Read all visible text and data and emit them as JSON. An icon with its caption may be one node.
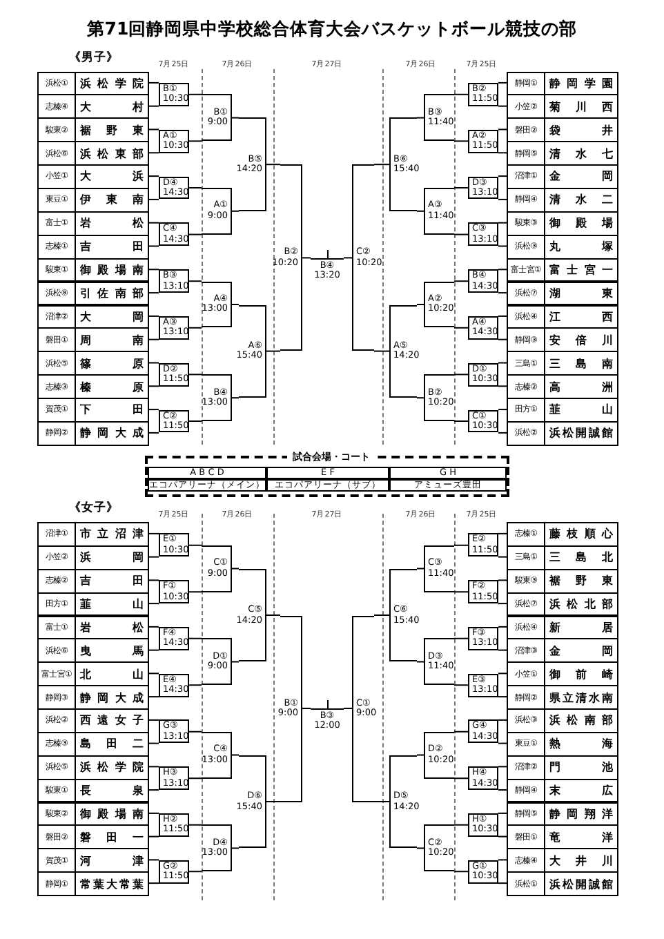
{
  "diagram": {
    "title": "第71回静岡県中学校総合体育大会バスケットボール競技の部",
    "nodes": [
      {
        "text": [
          "浜松①",
          "浜松学院"
        ]
      },
      {
        "text": [
          "志榛④",
          "大村"
        ]
      },
      {
        "text": [
          "駿東②",
          "裾野東"
        ]
      },
      {
        "text": [
          "浜松⑥",
          "浜松東部"
        ]
      },
      {
        "text": [
          "小笠①",
          "大浜"
        ]
      },
      {
        "text": [
          "東豆①",
          "伊東南"
        ]
      },
      {
        "text": [
          "富士①",
          "岩松"
        ]
      },
      {
        "text": [
          "志榛①",
          "吉田"
        ]
      },
      {
        "text": [
          "駿東①",
          "御殿場南"
        ]
      },
      {
        "text": [
          "浜松⑧",
          "引佐南部"
        ]
      },
      {
        "text": [
          "沼津②",
          "大岡"
        ]
      },
      {
        "text": [
          "磐田①",
          "周南"
        ]
      },
      {
        "text": [
          "浜松⑤",
          "篠原"
        ]
      },
      {
        "text": [
          "志榛③",
          "榛原"
        ]
      },
      {
        "text": [
          "賀茂①",
          "下田"
        ]
      },
      {
        "text": [
          "静岡②",
          "静岡大成"
        ]
      },
      {
        "text": [
          "B①",
          "10:30"
        ]
      },
      {
        "text": [
          "A①",
          "10:30"
        ]
      },
      {
        "text": [
          "D④",
          "14:30"
        ]
      },
      {
        "text": [
          "C④",
          "14:30"
        ]
      },
      {
        "text": [
          "B③",
          "13:10"
        ]
      },
      {
        "text": [
          "A③",
          "13:10"
        ]
      },
      {
        "text": [
          "D②",
          "11:50"
        ]
      },
      {
        "text": [
          "C②",
          "11:50"
        ]
      },
      {
        "text": [
          "B①",
          "9:00"
        ]
      },
      {
        "text": [
          "A①",
          "9:00"
        ]
      },
      {
        "text": [
          "A④",
          "13:00"
        ]
      },
      {
        "text": [
          "B④",
          "13:00"
        ]
      },
      {
        "text": [
          "B⑤",
          "14:20"
        ]
      },
      {
        "text": [
          "A⑥",
          "15:40"
        ]
      },
      {
        "text": [
          "B②",
          "10:20"
        ]
      },
      {
        "text": [
          "B④",
          "13:20"
        ]
      },
      {
        "text": [
          "C②",
          "10:20"
        ]
      },
      {
        "text": [
          "B⑥",
          "15:40"
        ]
      },
      {
        "text": [
          "A⑤",
          "14:20"
        ]
      },
      {
        "text": [
          "B③",
          "11:40"
        ]
      },
      {
        "text": [
          "A③",
          "11:40"
        ]
      },
      {
        "text": [
          "A②",
          "10:20"
        ]
      },
      {
        "text": [
          "B②",
          "10:20"
        ]
      },
      {
        "text": [
          "B②",
          "11:50"
        ]
      },
      {
        "text": [
          "A②",
          "11:50"
        ]
      },
      {
        "text": [
          "D③",
          "13:10"
        ]
      },
      {
        "text": [
          "C③",
          "13:10"
        ]
      },
      {
        "text": [
          "B④",
          "14:30"
        ]
      },
      {
        "text": [
          "A④",
          "14:30"
        ]
      },
      {
        "text": [
          "D①",
          "10:30"
        ]
      },
      {
        "text": [
          "C①",
          "10:30"
        ]
      },
      {
        "text": [
          "静岡①",
          "静岡学園"
        ]
      },
      {
        "text": [
          "小笠②",
          "菊川西"
        ]
      },
      {
        "text": [
          "磐田②",
          "袋井"
        ]
      },
      {
        "text": [
          "静岡⑤",
          "清水七"
        ]
      },
      {
        "text": [
          "沼津①",
          "金岡"
        ]
      },
      {
        "text": [
          "静岡④",
          "清水二"
        ]
      },
      {
        "text": [
          "駿東③",
          "御殿場"
        ]
      },
      {
        "text": [
          "浜松③",
          "丸塚"
        ]
      },
      {
        "text": [
          "富士宮①",
          "富士宮一"
        ]
      },
      {
        "text": [
          "浜松⑦",
          "湖東"
        ]
      },
      {
        "text": [
          "浜松④",
          "江西"
        ]
      },
      {
        "text": [
          "静岡③",
          "安倍川"
        ]
      },
      {
        "text": [
          "三島①",
          "三島南"
        ]
      },
      {
        "text": [
          "志榛②",
          "高洲"
        ]
      },
      {
        "text": [
          "田方①",
          "韮山"
        ]
      },
      {
        "text": [
          "浜松②",
          "浜松開誠館"
        ]
      },
      {
        "text": [
          "沼津①",
          "市立沼津"
        ]
      },
      {
        "text": [
          "小笠②",
          "浜岡"
        ]
      },
      {
        "text": [
          "志榛②",
          "吉田"
        ]
      },
      {
        "text": [
          "田方①",
          "韮山"
        ]
      },
      {
        "text": [
          "富士①",
          "岩松"
        ]
      },
      {
        "text": [
          "浜松⑥",
          "曳馬"
        ]
      },
      {
        "text": [
          "富士宮①",
          "北山"
        ]
      },
      {
        "text": [
          "静岡③",
          "静岡大成"
        ]
      },
      {
        "text": [
          "浜松②",
          "西遠女子"
        ]
      },
      {
        "text": [
          "志榛③",
          "島田二"
        ]
      },
      {
        "text": [
          "浜松⑤",
          "浜松学院"
        ]
      },
      {
        "text": [
          "駿東①",
          "長泉"
        ]
      },
      {
        "text": [
          "駿東②",
          "御殿場南"
        ]
      },
      {
        "text": [
          "磐田②",
          "磐田一"
        ]
      },
      {
        "text": [
          "賀茂①",
          "河津"
        ]
      },
      {
        "text": [
          "静岡①",
          "常葉大常葉"
        ]
      },
      {
        "text": [
          "E①",
          "10:30"
        ]
      },
      {
        "text": [
          "F①",
          "10:30"
        ]
      },
      {
        "text": [
          "F④",
          "14:30"
        ]
      },
      {
        "text": [
          "E④",
          "14:30"
        ]
      },
      {
        "text": [
          "G③",
          "13:10"
        ]
      },
      {
        "text": [
          "H③",
          "13:10"
        ]
      },
      {
        "text": [
          "H②",
          "11:50"
        ]
      },
      {
        "text": [
          "G②",
          "11:50"
        ]
      },
      {
        "text": [
          "C①",
          "9:00"
        ]
      },
      {
        "text": [
          "D①",
          "9:00"
        ]
      },
      {
        "text": [
          "C④",
          "13:00"
        ]
      },
      {
        "text": [
          "D④",
          "13:00"
        ]
      },
      {
        "text": [
          "C⑤",
          "14:20"
        ]
      },
      {
        "text": [
          "D⑥",
          "15:40"
        ]
      },
      {
        "text": [
          "B①",
          "9:00"
        ]
      },
      {
        "text": [
          "B③",
          "12:00"
        ]
      },
      {
        "text": [
          "C①",
          "9:00"
        ]
      },
      {
        "text": [
          "C⑥",
          "15:40"
        ]
      },
      {
        "text": [
          "D⑤",
          "14:20"
        ]
      },
      {
        "text": [
          "C③",
          "11:40"
        ]
      },
      {
        "text": [
          "D③",
          "11:40"
        ]
      },
      {
        "text": [
          "D②",
          "10:20"
        ]
      },
      {
        "text": [
          "C②",
          "10:20"
        ]
      },
      {
        "text": [
          "E②",
          "11:50"
        ]
      },
      {
        "text": [
          "F②",
          "11:50"
        ]
      },
      {
        "text": [
          "F③",
          "13:10"
        ]
      },
      {
        "text": [
          "E③",
          "13:10"
        ]
      },
      {
        "text": [
          "G④",
          "14:30"
        ]
      },
      {
        "text": [
          "H④",
          "14:30"
        ]
      },
      {
        "text": [
          "H①",
          "10:30"
        ]
      },
      {
        "text": [
          "G①",
          "10:30"
        ]
      },
      {
        "text": [
          "志榛①",
          "藤枝順心"
        ]
      },
      {
        "text": [
          "三島①",
          "三島北"
        ]
      },
      {
        "text": [
          "駿東③",
          "裾野東"
        ]
      },
      {
        "text": [
          "浜松⑦",
          "浜松北部"
        ]
      },
      {
        "text": [
          "浜松④",
          "新居"
        ]
      },
      {
        "text": [
          "沼津③",
          "金岡"
        ]
      },
      {
        "text": [
          "小笠①",
          "御前崎"
        ]
      },
      {
        "text": [
          "静岡②",
          "県立清水南"
        ]
      },
      {
        "text": [
          "浜松③",
          "浜松南部"
        ]
      },
      {
        "text": [
          "東豆①",
          "熱海"
        ]
      },
      {
        "text": [
          "沼津②",
          "門池"
        ]
      },
      {
        "text": [
          "静岡④",
          "末広"
        ]
      },
      {
        "text": [
          "静岡⑤",
          "静岡翔洋"
        ]
      },
      {
        "text": [
          "磐田①",
          "竜洋"
        ]
      },
      {
        "text": [
          "志榛④",
          "大井川"
        ]
      },
      {
        "text": [
          "浜松①",
          "浜松開誠館"
        ]
      }
    ],
    "edges": [
      {
        "from": 0,
        "to": 16,
        "arrow": "none"
      },
      {
        "from": 1,
        "to": 16,
        "arrow": "none"
      },
      {
        "from": 2,
        "to": 17,
        "arrow": "none"
      },
      {
        "from": 3,
        "to": 17,
        "arrow": "none"
      },
      {
        "from": 4,
        "to": 18,
        "arrow": "none"
      },
      {
        "from": 5,
        "to": 18,
        "arrow": "none"
      },
      {
        "from": 6,
        "to": 19,
        "arrow": "none"
      },
      {
        "from": 7,
        "to": 19,
        "arrow": "none"
      },
      {
        "from": 8,
        "to": 20,
        "arrow": "none"
      },
      {
        "from": 9,
        "to": 20,
        "arrow": "none"
      },
      {
        "from": 10,
        "to": 21,
        "arrow": "none"
      },
      {
        "from": 11,
        "to": 21,
        "arrow": "none"
      },
      {
        "from": 12,
        "to": 22,
        "arrow": "none"
      },
      {
        "from": 13,
        "to": 22,
        "arrow": "none"
      },
      {
        "from": 14,
        "to": 23,
        "arrow": "none"
      },
      {
        "from": 15,
        "to": 23,
        "arrow": "none"
      },
      {
        "from": 16,
        "to": 24,
        "arrow": "none"
      },
      {
        "from": 17,
        "to": 24,
        "arrow": "none"
      },
      {
        "from": 18,
        "to": 25,
        "arrow": "none"
      },
      {
        "from": 19,
        "to": 25,
        "arrow": "none"
      },
      {
        "from": 20,
        "to": 26,
        "arrow": "none"
      },
      {
        "from": 21,
        "to": 26,
        "arrow": "none"
      },
      {
        "from": 22,
        "to": 27,
        "arrow": "none"
      },
      {
        "from": 23,
        "to": 27,
        "arrow": "none"
      },
      {
        "from": 24,
        "to": 28,
        "arrow": "none"
      },
      {
        "from": 25,
        "to": 28,
        "arrow": "none"
      },
      {
        "from": 26,
        "to": 29,
        "arrow": "none"
      },
      {
        "from": 27,
        "to": 29,
        "arrow": "none"
      },
      {
        "from": 28,
        "to": 30,
        "arrow": "none"
      },
      {
        "from": 29,
        "to": 30,
        "arrow": "none"
      },
      {
        "from": 30,
        "to": 31,
        "arrow": "none"
      },
      {
        "from": 32,
        "to": 31,
        "arrow": "none"
      },
      {
        "from": 33,
        "to": 32,
        "arrow": "none"
      },
      {
        "from": 34,
        "to": 32,
        "arrow": "none"
      },
      {
        "from": 35,
        "to": 33,
        "arrow": "none"
      },
      {
        "from": 36,
        "to": 33,
        "arrow": "none"
      },
      {
        "from": 37,
        "to": 34,
        "arrow": "none"
      },
      {
        "from": 38,
        "to": 34,
        "arrow": "none"
      },
      {
        "from": 39,
        "to": 35,
        "arrow": "none"
      },
      {
        "from": 40,
        "to": 35,
        "arrow": "none"
      },
      {
        "from": 41,
        "to": 36,
        "arrow": "none"
      },
      {
        "from": 42,
        "to": 36,
        "arrow": "none"
      },
      {
        "from": 43,
        "to": 37,
        "arrow": "none"
      },
      {
        "from": 44,
        "to": 37,
        "arrow": "none"
      },
      {
        "from": 45,
        "to": 38,
        "arrow": "none"
      },
      {
        "from": 46,
        "to": 38,
        "arrow": "none"
      },
      {
        "from": 47,
        "to": 39,
        "arrow": "none"
      },
      {
        "from": 48,
        "to": 39,
        "arrow": "none"
      },
      {
        "from": 49,
        "to": 40,
        "arrow": "none"
      },
      {
        "from": 50,
        "to": 40,
        "arrow": "none"
      },
      {
        "from": 51,
        "to": 41,
        "arrow": "none"
      },
      {
        "from": 52,
        "to": 41,
        "arrow": "none"
      },
      {
        "from": 53,
        "to": 42,
        "arrow": "none"
      },
      {
        "from": 54,
        "to": 42,
        "arrow": "none"
      },
      {
        "from": 55,
        "to": 43,
        "arrow": "none"
      },
      {
        "from": 56,
        "to": 43,
        "arrow": "none"
      },
      {
        "from": 57,
        "to": 44,
        "arrow": "none"
      },
      {
        "from": 58,
        "to": 44,
        "arrow": "none"
      },
      {
        "from": 59,
        "to": 45,
        "arrow": "none"
      },
      {
        "from": 60,
        "to": 45,
        "arrow": "none"
      },
      {
        "from": 61,
        "to": 46,
        "arrow": "none"
      },
      {
        "from": 62,
        "to": 46,
        "arrow": "none"
      },
      {
        "from": 63,
        "to": 79,
        "arrow": "none"
      },
      {
        "from": 64,
        "to": 79,
        "arrow": "none"
      },
      {
        "from": 65,
        "to": 80,
        "arrow": "none"
      },
      {
        "from": 66,
        "to": 80,
        "arrow": "none"
      },
      {
        "from": 67,
        "to": 81,
        "arrow": "none"
      },
      {
        "from": 68,
        "to": 81,
        "arrow": "none"
      },
      {
        "from": 69,
        "to": 82,
        "arrow": "none"
      },
      {
        "from": 70,
        "to": 82,
        "arrow": "none"
      },
      {
        "from": 71,
        "to": 83,
        "arrow": "none"
      },
      {
        "from": 72,
        "to": 83,
        "arrow": "none"
      },
      {
        "from": 73,
        "to": 84,
        "arrow": "none"
      },
      {
        "from": 74,
        "to": 84,
        "arrow": "none"
      },
      {
        "from": 75,
        "to": 85,
        "arrow": "none"
      },
      {
        "from": 76,
        "to": 85,
        "arrow": "none"
      },
      {
        "from": 77,
        "to": 86,
        "arrow": "none"
      },
      {
        "from": 78,
        "to": 86,
        "arrow": "none"
      },
      {
        "from": 79,
        "to": 87,
        "arrow": "none"
      },
      {
        "from": 80,
        "to": 87,
        "arrow": "none"
      },
      {
        "from": 81,
        "to": 88,
        "arrow": "none"
      },
      {
        "from": 82,
        "to": 88,
        "arrow": "none"
      },
      {
        "from": 83,
        "to": 89,
        "arrow": "none"
      },
      {
        "from": 84,
        "to": 89,
        "arrow": "none"
      },
      {
        "from": 85,
        "to": 90,
        "arrow": "none"
      },
      {
        "from": 86,
        "to": 90,
        "arrow": "none"
      },
      {
        "from": 87,
        "to": 91,
        "arrow": "none"
      },
      {
        "from": 88,
        "to": 91,
        "arrow": "none"
      },
      {
        "from": 89,
        "to": 92,
        "arrow": "none"
      },
      {
        "from": 90,
        "to": 92,
        "arrow": "none"
      },
      {
        "from": 91,
        "to": 93,
        "arrow": "none"
      },
      {
        "from": 92,
        "to": 93,
        "arrow": "none"
      },
      {
        "from": 93,
        "to": 94,
        "arrow": "none"
      },
      {
        "from": 95,
        "to": 94,
        "arrow": "none"
      },
      {
        "from": 96,
        "to": 95,
        "arrow": "none"
      },
      {
        "from": 97,
        "to": 95,
        "arrow": "none"
      },
      {
        "from": 98,
        "to": 96,
        "arrow": "none"
      },
      {
        "from": 99,
        "to": 96,
        "arrow": "none"
      },
      {
        "from": 100,
        "to": 97,
        "arrow": "none"
      },
      {
        "from": 101,
        "to": 97,
        "arrow": "none"
      },
      {
        "from": 102,
        "to": 98,
        "arrow": "none"
      },
      {
        "from": 103,
        "to": 98,
        "arrow": "none"
      },
      {
        "from": 104,
        "to": 99,
        "arrow": "none"
      },
      {
        "from": 105,
        "to": 99,
        "arrow": "none"
      },
      {
        "from": 106,
        "to": 100,
        "arrow": "none"
      },
      {
        "from": 107,
        "to": 100,
        "arrow": "none"
      },
      {
        "from": 108,
        "to": 101,
        "arrow": "none"
      },
      {
        "from": 109,
        "to": 101,
        "arrow": "none"
      },
      {
        "from": 110,
        "to": 102,
        "arrow": "none"
      },
      {
        "from": 111,
        "to": 102,
        "arrow": "none"
      },
      {
        "from": 112,
        "to": 103,
        "arrow": "none"
      },
      {
        "from": 113,
        "to": 103,
        "arrow": "none"
      },
      {
        "from": 114,
        "to": 104,
        "arrow": "none"
      },
      {
        "from": 115,
        "to": 104,
        "arrow": "none"
      },
      {
        "from": 116,
        "to": 105,
        "arrow": "none"
      },
      {
        "from": 117,
        "to": 105,
        "arrow": "none"
      },
      {
        "from": 118,
        "to": 106,
        "arrow": "none"
      },
      {
        "from": 119,
        "to": 106,
        "arrow": "none"
      },
      {
        "from": 120,
        "to": 107,
        "arrow": "none"
      },
      {
        "from": 121,
        "to": 107,
        "arrow": "none"
      },
      {
        "from": 122,
        "to": 108,
        "arrow": "none"
      },
      {
        "from": 123,
        "to": 108,
        "arrow": "none"
      },
      {
        "from": 124,
        "to": 109,
        "arrow": "none"
      },
      {
        "from": 125,
        "to": 109,
        "arrow": "none"
      }
    ],
    "labels": [
      "《男子》",
      "7月25日",
      "7月26日",
      "7月27日",
      "7月26日",
      "7月25日",
      "試合会場・コート",
      "A B C D",
      "E F",
      "G H",
      "エコパアリーナ（メイン）",
      "エコパアリーナ（サブ）",
      "アミューズ豊田",
      "《女子》",
      "7月25日",
      "7月26日",
      "7月27日",
      "7月26日",
      "7月25日"
    ]
  }
}
